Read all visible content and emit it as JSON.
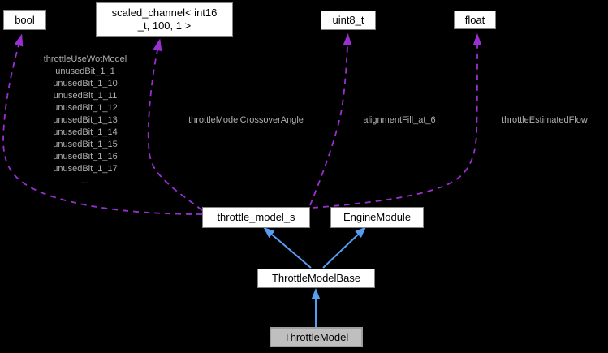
{
  "nodes": {
    "bool": {
      "label": "bool"
    },
    "scaled_channel": {
      "line1": "scaled_channel< int16",
      "line2": "_t, 100, 1 >"
    },
    "uint8_t": {
      "label": "uint8_t"
    },
    "float": {
      "label": "float"
    },
    "throttle_model_s": {
      "label": "throttle_model_s"
    },
    "engine_module": {
      "label": "EngineModule"
    },
    "throttle_model_base": {
      "label": "ThrottleModelBase"
    },
    "throttle_model": {
      "label": "ThrottleModel"
    }
  },
  "edge_labels": {
    "bool_members": [
      "throttleUseWotModel",
      "unusedBit_1_1",
      "unusedBit_1_10",
      "unusedBit_1_11",
      "unusedBit_1_12",
      "unusedBit_1_13",
      "unusedBit_1_14",
      "unusedBit_1_15",
      "unusedBit_1_16",
      "unusedBit_1_17",
      "..."
    ],
    "scaled_channel_member": "throttleModelCrossoverAngle",
    "uint8_member": "alignmentFill_at_6",
    "float_member": "throttleEstimatedFlow"
  },
  "edges": [
    {
      "from": "throttle_model_s",
      "to": "bool",
      "type": "usage"
    },
    {
      "from": "throttle_model_s",
      "to": "scaled_channel",
      "type": "usage"
    },
    {
      "from": "throttle_model_s",
      "to": "uint8_t",
      "type": "usage"
    },
    {
      "from": "throttle_model_s",
      "to": "float",
      "type": "usage"
    },
    {
      "from": "ThrottleModelBase",
      "to": "throttle_model_s",
      "type": "inheritance"
    },
    {
      "from": "ThrottleModelBase",
      "to": "EngineModule",
      "type": "inheritance"
    },
    {
      "from": "ThrottleModel",
      "to": "ThrottleModelBase",
      "type": "inheritance"
    }
  ],
  "colors": {
    "background": "#000000",
    "node_fill": "#ffffff",
    "node_border": "#848484",
    "node_text": "#000000",
    "highlight_node_fill": "#bfbfbf",
    "highlight_node_border": "#9e9e9e",
    "edge_label_text": "#b0b0b0",
    "usage_edge": "#9b30d2",
    "inheritance_edge": "#559ef2"
  }
}
